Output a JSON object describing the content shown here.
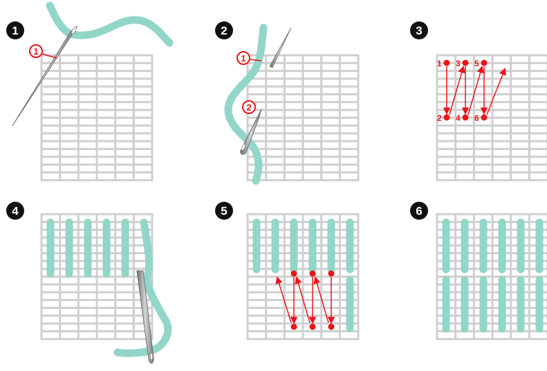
{
  "colors": {
    "grid": "#cfcfcf",
    "thread": "#92d6c8",
    "marker": "#e8151b",
    "badge": "#111111",
    "needle": "#a9a9a9"
  },
  "steps": [
    {
      "number": "1"
    },
    {
      "number": "2"
    },
    {
      "number": "3"
    },
    {
      "number": "4"
    },
    {
      "number": "5"
    },
    {
      "number": "6"
    }
  ],
  "step1": {
    "callout": "1"
  },
  "step2": {
    "callouts": [
      "1",
      "2"
    ]
  },
  "step3": {
    "point_labels": [
      "1",
      "2",
      "3",
      "4",
      "5",
      "6"
    ]
  },
  "icons": {
    "needle": "needle-icon",
    "thread": "thread-icon",
    "arrow": "arrow-icon"
  }
}
